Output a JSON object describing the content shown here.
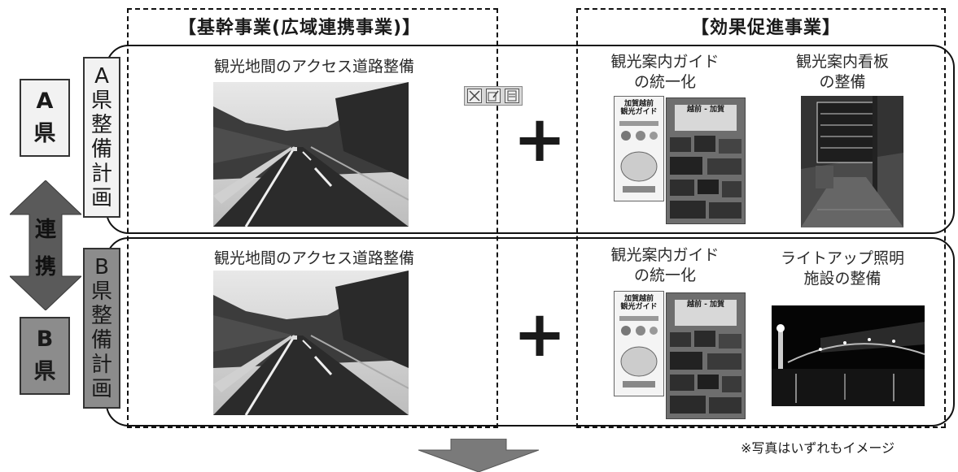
{
  "headers": {
    "core": "【基幹事業(広域連携事業)】",
    "effect": "【効果促進事業】"
  },
  "prefectures": {
    "a": {
      "label_line1": "A",
      "label_line2": "県"
    },
    "b": {
      "label_line1": "B",
      "label_line2": "県"
    },
    "link_chars": [
      "連",
      "携"
    ]
  },
  "plans": {
    "a": [
      "A",
      "県",
      "整",
      "備",
      "計",
      "画"
    ],
    "b": [
      "B",
      "県",
      "整",
      "備",
      "計",
      "画"
    ]
  },
  "rows": {
    "a": {
      "road_caption": "観光地間のアクセス道路整備",
      "plus": "+",
      "guide_caption_l1": "観光案内ガイド",
      "guide_caption_l2": "の統一化",
      "sign_caption_l1": "観光案内看板",
      "sign_caption_l2": "の整備"
    },
    "b": {
      "road_caption": "観光地間のアクセス道路整備",
      "plus": "+",
      "guide_caption_l1": "観光案内ガイド",
      "guide_caption_l2": "の統一化",
      "light_caption_l1": "ライトアップ照明",
      "light_caption_l2": "施設の整備"
    }
  },
  "brochure": {
    "left_title_l1": "加賀越前",
    "left_title_l2": "観光ガイド",
    "right_title": "越前 - 加賀"
  },
  "note": "※写真はいずれもイメージ",
  "colors": {
    "pref_a_bg": "#f2f2f2",
    "pref_b_bg": "#8c8c8c",
    "plan_a_bg": "#f2f2f2",
    "plan_b_bg": "#8c8c8c",
    "arrow": "#5a5a5a"
  }
}
